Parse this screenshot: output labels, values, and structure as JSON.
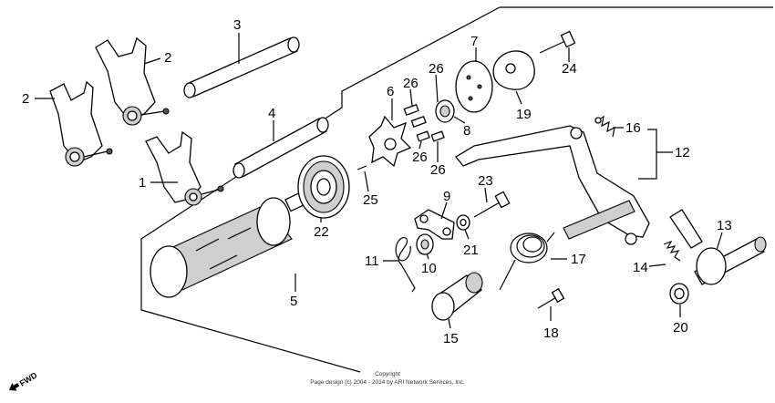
{
  "callouts": [
    {
      "id": "c1",
      "label": "1"
    },
    {
      "id": "c2a",
      "label": "2"
    },
    {
      "id": "c2b",
      "label": "2"
    },
    {
      "id": "c3",
      "label": "3"
    },
    {
      "id": "c4",
      "label": "4"
    },
    {
      "id": "c5",
      "label": "5"
    },
    {
      "id": "c6",
      "label": "6"
    },
    {
      "id": "c7",
      "label": "7"
    },
    {
      "id": "c8",
      "label": "8"
    },
    {
      "id": "c9",
      "label": "9"
    },
    {
      "id": "c10",
      "label": "10"
    },
    {
      "id": "c11",
      "label": "11"
    },
    {
      "id": "c12",
      "label": "12"
    },
    {
      "id": "c13",
      "label": "13"
    },
    {
      "id": "c14",
      "label": "14"
    },
    {
      "id": "c15",
      "label": "15"
    },
    {
      "id": "c16",
      "label": "16"
    },
    {
      "id": "c17",
      "label": "17"
    },
    {
      "id": "c18",
      "label": "18"
    },
    {
      "id": "c19",
      "label": "19"
    },
    {
      "id": "c20",
      "label": "20"
    },
    {
      "id": "c21",
      "label": "21"
    },
    {
      "id": "c22",
      "label": "22"
    },
    {
      "id": "c23",
      "label": "23"
    },
    {
      "id": "c24",
      "label": "24"
    },
    {
      "id": "c25",
      "label": "25"
    },
    {
      "id": "c26a",
      "label": "26"
    },
    {
      "id": "c26b",
      "label": "26"
    },
    {
      "id": "c26c",
      "label": "26"
    },
    {
      "id": "c26d",
      "label": "26"
    }
  ],
  "footer": {
    "copyright_title": "Copyright",
    "copyright_line": "Page design (c) 2004 - 2014 by ARI Network Services, Inc.",
    "fwd_label": "FWD"
  },
  "icons": [
    "fwd-arrow-icon"
  ]
}
